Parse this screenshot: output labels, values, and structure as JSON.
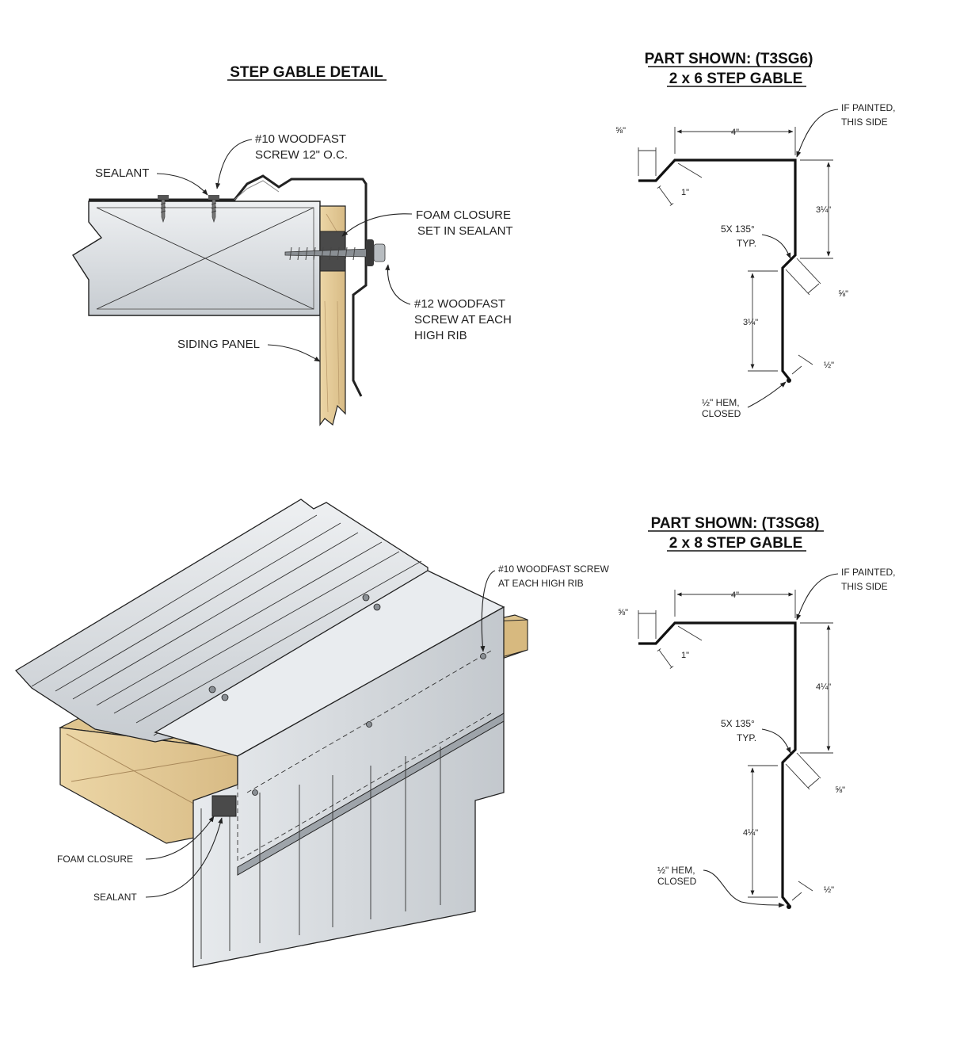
{
  "section_detail": {
    "title": "STEP GABLE DETAIL",
    "callouts": {
      "sealant": "SEALANT",
      "screw10_line1": "#10 WOODFAST",
      "screw10_line2": "SCREW 12\" O.C.",
      "foam_line1": "FOAM CLOSURE",
      "foam_line2": "SET IN SEALANT",
      "screw12_line1": "#12 WOODFAST",
      "screw12_line2": "SCREW AT EACH",
      "screw12_line3": "HIGH RIB",
      "siding": "SIDING PANEL"
    }
  },
  "part_t3sg6": {
    "title_line1": "PART SHOWN: (T3SG6)",
    "title_line2": "2 x 6 STEP GABLE",
    "painted_line1": "IF PAINTED,",
    "painted_line2": "THIS SIDE",
    "dim_top": "4\"",
    "dim_lip": "⅝\"",
    "dim_1in": "1\"",
    "dim_upper_vert": "3¼\"",
    "dim_lower_vert": "3¼\"",
    "dim_step": "⅝\"",
    "dim_hem": "½\"",
    "bends_line1": "5X 135°",
    "bends_line2": "TYP.",
    "hem_line1": "½\" HEM,",
    "hem_line2": "CLOSED"
  },
  "part_t3sg8": {
    "title_line1": "PART SHOWN: (T3SG8)",
    "title_line2": "2 x 8 STEP GABLE",
    "painted_line1": "IF PAINTED,",
    "painted_line2": "THIS SIDE",
    "dim_top": "4\"",
    "dim_lip": "⅝\"",
    "dim_1in": "1\"",
    "dim_upper_vert": "4¼\"",
    "dim_lower_vert": "4¼\"",
    "dim_step": "⅝\"",
    "dim_hem": "½\"",
    "bends_line1": "5X 135°",
    "bends_line2": "TYP.",
    "hem_line1": "½\" HEM,",
    "hem_line2": "CLOSED"
  },
  "iso_detail": {
    "screw_line1": "#10 WOODFAST SCREW",
    "screw_line2": "AT EACH HIGH RIB",
    "foam": "FOAM CLOSURE",
    "sealant": "SEALANT"
  },
  "colors": {
    "metal": "#dcdfe2",
    "metal_dark": "#b9bec3",
    "wood": "#e6cf9f",
    "wood_dark": "#c9ad78",
    "foam": "#4a4a4a"
  }
}
